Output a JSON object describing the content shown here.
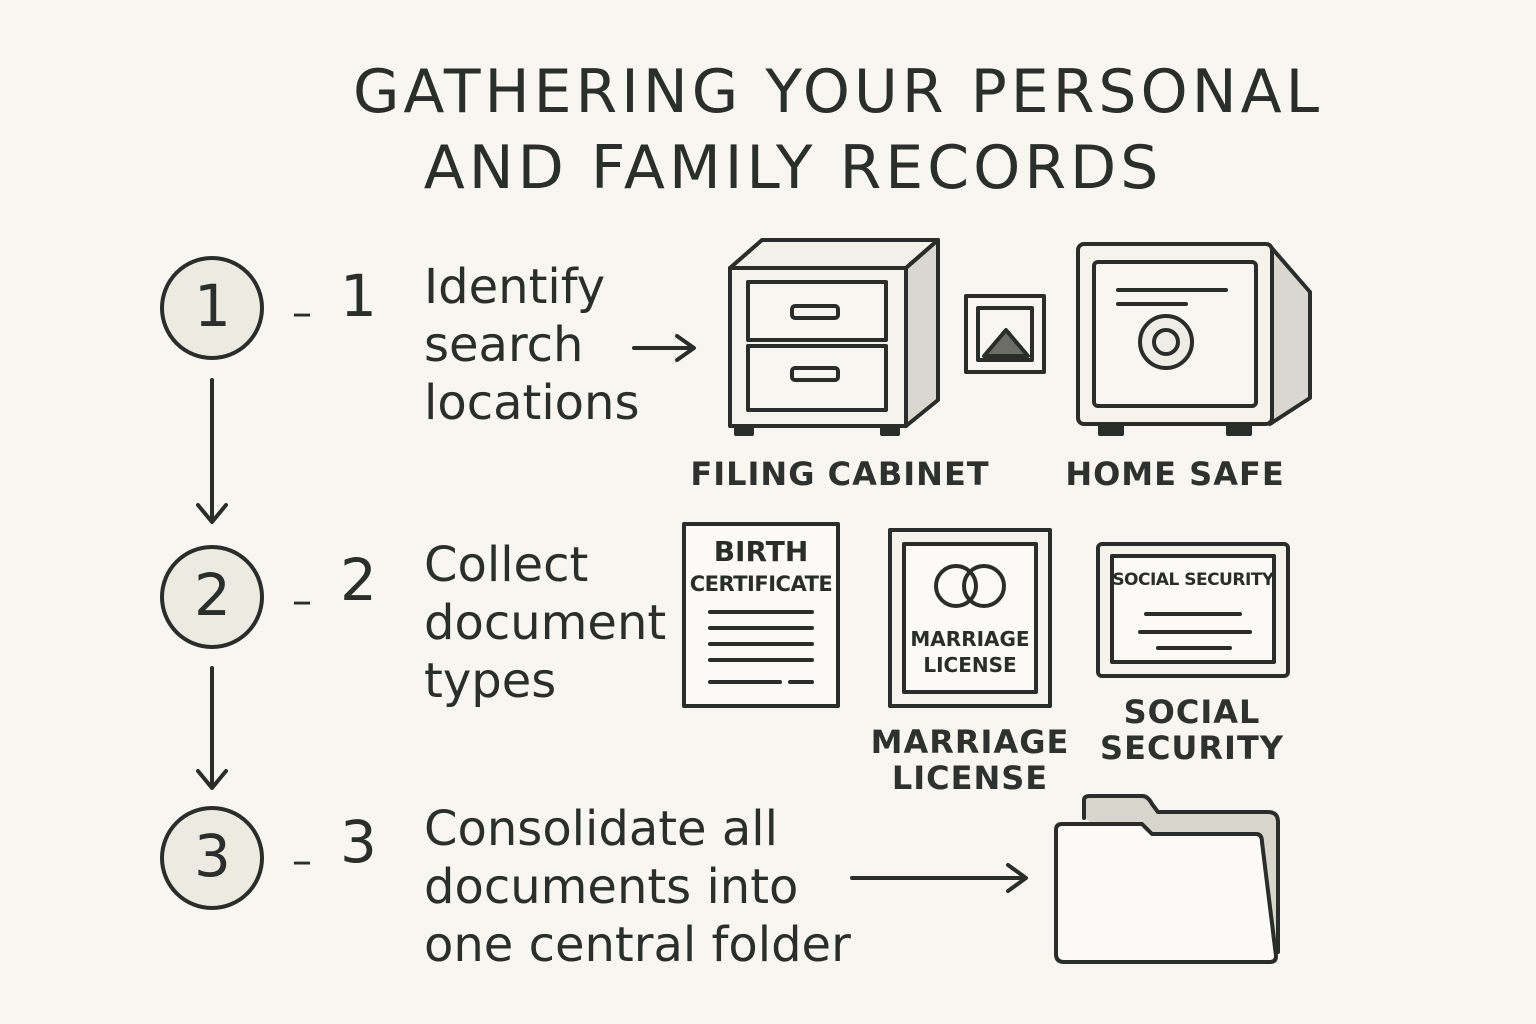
{
  "title": {
    "line1": "GATHERING YOUR PERSONAL",
    "line2": "AND FAMILY RECORDS"
  },
  "steps": [
    {
      "circle": "1",
      "number": "1",
      "text": "Identify\nsearch\nlocations"
    },
    {
      "circle": "2",
      "number": "2",
      "text": "Collect\ndocument\ntypes"
    },
    {
      "circle": "3",
      "number": "3",
      "text": "Consolidate all\ndocuments into\none central folder"
    }
  ],
  "locations": {
    "filing_cabinet": "FILING CABINET",
    "home_safe": "HOME SAFE"
  },
  "documents": {
    "birth_line1": "BIRTH",
    "birth_line2": "CERTIFICATE",
    "marriage_inner_line1": "MARRIAGE",
    "marriage_inner_line2": "LICENSE",
    "marriage_caption_line1": "MARRIAGE",
    "marriage_caption_line2": "LICENSE",
    "social_inner": "SOCIAL SECURITY",
    "social_caption_line1": "SOCIAL",
    "social_caption_line2": "SECURITY"
  },
  "icons": [
    "filing-cabinet-icon",
    "picture-frame-icon",
    "home-safe-icon",
    "birth-certificate-icon",
    "marriage-license-icon",
    "social-security-card-icon",
    "folder-icon"
  ],
  "colors": {
    "background": "#f8f6f0",
    "ink": "#2a2d29",
    "circle_fill": "#ecebe2"
  }
}
